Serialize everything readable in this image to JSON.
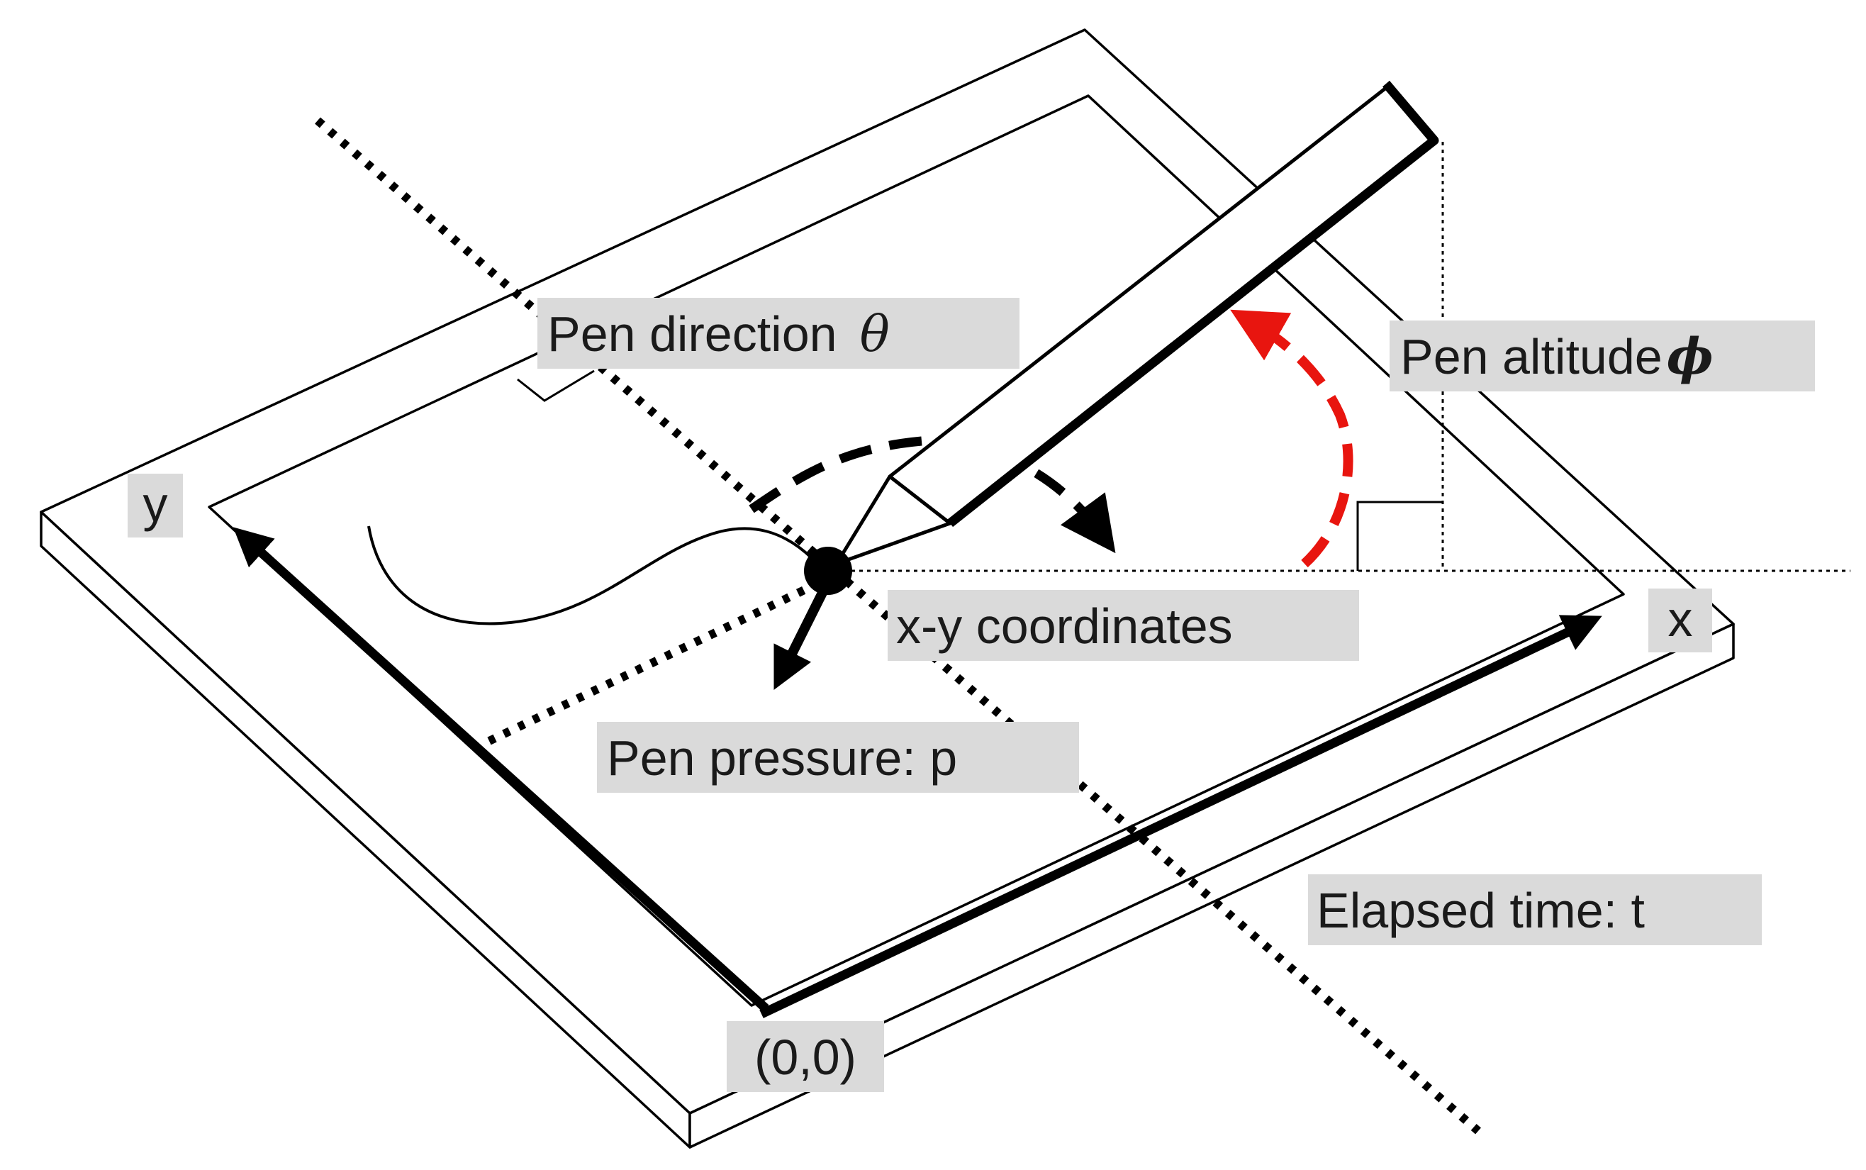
{
  "labels": {
    "pen_direction": "Pen direction",
    "pen_direction_symbol": "θ",
    "pen_altitude": "Pen altitude",
    "pen_altitude_symbol": "ϕ",
    "axis_y": "y",
    "axis_x": "x",
    "coordinates": "x-y coordinates",
    "pen_pressure": "Pen pressure: p",
    "elapsed_time": "Elapsed time: t",
    "origin": "(0,0)"
  },
  "colors": {
    "line": "#000000",
    "altitude_arc": "#e8150f",
    "label_background": "#dadada",
    "text": "#1a1a1a"
  }
}
